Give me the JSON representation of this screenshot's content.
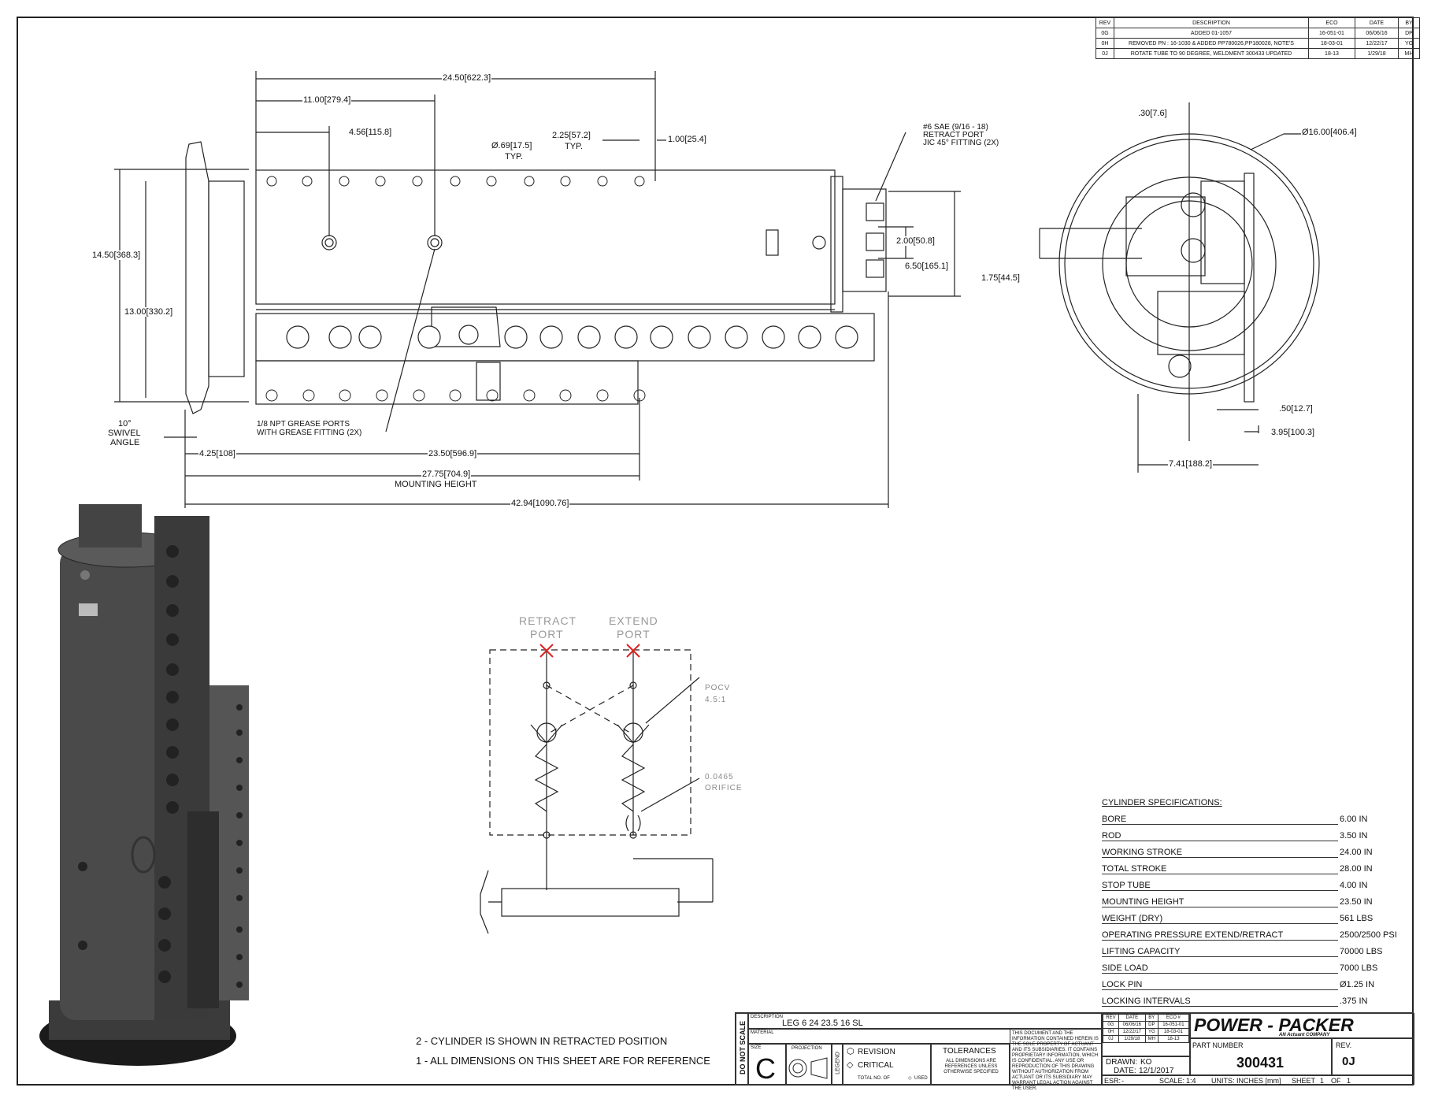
{
  "revisions": {
    "headers": [
      "REV",
      "DESCRIPTION",
      "ECO",
      "DATE",
      "BY"
    ],
    "rows": [
      [
        "0G",
        "ADDED 01-1057",
        "16-051-01",
        "06/06/16",
        "DP"
      ],
      [
        "0H",
        "REMOVED PN : 16-1030 & ADDED PP780026,PP180028, NOTE'S",
        "18-03-01",
        "12/22/17",
        "YG"
      ],
      [
        "0J",
        "ROTATE TUBE TO 90 DEGREE, WELDMENT 300433 UPDATED",
        "18-13",
        "1/29/18",
        "MH"
      ]
    ]
  },
  "dimensions": {
    "d1": "24.50[622.3]",
    "d2": "11.00[279.4]",
    "d3": "4.56[115.8]",
    "d4": "2.25[57.2]",
    "d4b": "TYP.",
    "d5": "1.00[25.4]",
    "d6": "Ø.69[17.5]",
    "d6b": "TYP.",
    "d7": "14.50[368.3]",
    "d8": "13.00[330.2]",
    "d9": "10°",
    "d9b": "SWIVEL",
    "d9c": "ANGLE",
    "d10": "4.25[108]",
    "d11": "23.50[596.9]",
    "d12": "27.75[704.9]",
    "d12b": "MOUNTING HEIGHT",
    "d13": "42.94[1090.76]",
    "d14": "2.00[50.8]",
    "d15": "6.50[165.1]",
    "d16": "1.75[44.5]",
    "d17": ".30[7.6]",
    "d18": "Ø16.00[406.4]",
    "d19": ".50[12.7]",
    "d20": "3.95[100.3]",
    "d21": "7.41[188.2]"
  },
  "callouts": {
    "sae1": "#6 SAE (9/16 - 18)",
    "sae2": "RETRACT PORT",
    "sae3": "JIC 45° FITTING (2X)",
    "grease1": "1/8 NPT GREASE PORTS",
    "grease2": "WITH GREASE FITTING (2X)"
  },
  "schematic": {
    "retract1": "RETRACT",
    "retract2": "PORT",
    "extend1": "EXTEND",
    "extend2": "PORT",
    "pocv1": "POCV",
    "pocv2": "4.5:1",
    "orifice1": "0.0465",
    "orifice2": "ORIFICE"
  },
  "specs": {
    "title": "CYLINDER SPECIFICATIONS:",
    "rows": [
      {
        "label": "BORE",
        "value": "6.00 IN"
      },
      {
        "label": "ROD",
        "value": "3.50 IN"
      },
      {
        "label": "WORKING STROKE",
        "value": "24.00 IN"
      },
      {
        "label": "TOTAL STROKE",
        "value": "28.00 IN"
      },
      {
        "label": "STOP TUBE",
        "value": "4.00 IN"
      },
      {
        "label": "MOUNTING HEIGHT",
        "value": "23.50 IN"
      },
      {
        "label": "WEIGHT (DRY)",
        "value": "561 LBS"
      },
      {
        "label": "OPERATING PRESSURE EXTEND/RETRACT",
        "value": "2500/2500 PSI"
      },
      {
        "label": "LIFTING CAPACITY",
        "value": "70000 LBS"
      },
      {
        "label": "SIDE LOAD",
        "value": "7000 LBS"
      },
      {
        "label": "LOCK PIN",
        "value": "Ø1.25 IN"
      },
      {
        "label": "LOCKING INTERVALS",
        "value": ".375 IN"
      }
    ]
  },
  "notes": {
    "n2": "2 - CYLINDER IS SHOWN IN RETRACTED POSITION",
    "n1": "1 - ALL DIMENSIONS ON THIS SHEET ARE FOR REFERENCE"
  },
  "titleblock": {
    "do_not_scale": "DO NOT SCALE",
    "description_label": "DESCRIPTION",
    "description": "LEG 6 24 23.5 16 SL",
    "material_label": "MATERIAL",
    "size_label": "SIZE",
    "size": "C",
    "projection_label": "PROJECTION",
    "legend_label": "LEGEND",
    "revision": "REVISION",
    "critical": "CRITICAL",
    "total_no": "TOTAL NO. OF",
    "used": "USED",
    "tolerances": "TOLERANCES",
    "tol_note": "ALL DIMENSIONS ARE REFERENCES UNLESS OTHERWISE SPECIFIED",
    "confidential": "THIS DOCUMENT AND THE INFORMATION CONTAINED HEREIN IS THE SOLE PROPERTY OF ACTUANT AND ITS SUBSIDIARIES. IT CONTAINS PROPRIETARY INFORMATION, WHICH IS CONFIDENTIAL. ANY USE OR REPRODUCTION OF THIS DRAWING WITHOUT AUTHORIZATION FROM ACTUANT OR ITS SUBSIDIARY MAY WARRANT LEGAL ACTION AGAINST THE USER.",
    "mini_headers": [
      "REV",
      "DATE",
      "BY",
      "ECO #"
    ],
    "mini_rows": [
      [
        "0G",
        "06/06/16",
        "DP",
        "16-051-01"
      ],
      [
        "0H",
        "12/22/17",
        "YG",
        "18-03-01"
      ],
      [
        "0J",
        "1/29/18",
        "MH",
        "18-13"
      ]
    ],
    "drawn": "DRAWN:",
    "drawn_by": "KO",
    "date_label": "DATE:",
    "date": "12/1/2017",
    "company": "POWER - PACKER",
    "company_sub": "AN Actuant COMPANY",
    "part_number_label": "PART NUMBER",
    "part_number": "300431",
    "rev_label": "REV.",
    "rev": "0J",
    "esr": "ESR:",
    "esr_val": "-",
    "scale": "SCALE:",
    "scale_val": "1:4",
    "units": "UNITS: INCHES [mm]",
    "sheet": "SHEET",
    "sheet_no": "1",
    "of": "OF",
    "sheet_total": "1"
  }
}
